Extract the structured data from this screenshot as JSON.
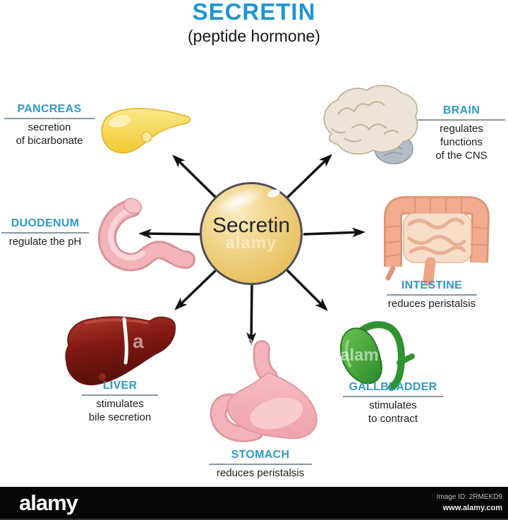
{
  "title": {
    "main": "SECRETIN",
    "subtitle": "(peptide hormone)"
  },
  "hub": {
    "label": "Secretin"
  },
  "organs": [
    {
      "id": "pancreas",
      "name": "PANCREAS",
      "effect": "secretion\nof bicarbonate"
    },
    {
      "id": "brain",
      "name": "BRAIN",
      "effect": "regulates functions\nof the CNS"
    },
    {
      "id": "duodenum",
      "name": "DUODENUM",
      "effect": "regulate the pH"
    },
    {
      "id": "intestine",
      "name": "INTESTINE",
      "effect": "reduces peristalsis"
    },
    {
      "id": "liver",
      "name": "LIVER",
      "effect": "stimulates\nbile secretion"
    },
    {
      "id": "gallbladder",
      "name": "GALLBLADDER",
      "effect": "stimulates\nto contract"
    },
    {
      "id": "stomach",
      "name": "STOMACH",
      "effect": "reduces peristalsis"
    }
  ],
  "watermark": {
    "center": "alamy",
    "frag_a": "a",
    "frag_alam": "alam",
    "logo": "alamy",
    "image_id": "Image ID: 2RMEKD9",
    "website": "www.alamy.com"
  },
  "colors": {
    "title_blue": "#1e96d5",
    "label_blue": "#2e9ac9",
    "underline_gray": "#8a97a0",
    "arrow_black": "#111111",
    "hub_gold": "#eccb72",
    "hub_border": "#4d4f58",
    "pancreas_yellow": "#f4d344",
    "brain_beige": "#ece4d6",
    "duodenum_pink": "#f2b4b9",
    "intestine_salmon": "#f0a98c",
    "liver_maroon": "#7a1510",
    "gallbladder_green": "#3fa238",
    "stomach_pink": "#f4b3b9",
    "footer_black": "#060606"
  }
}
